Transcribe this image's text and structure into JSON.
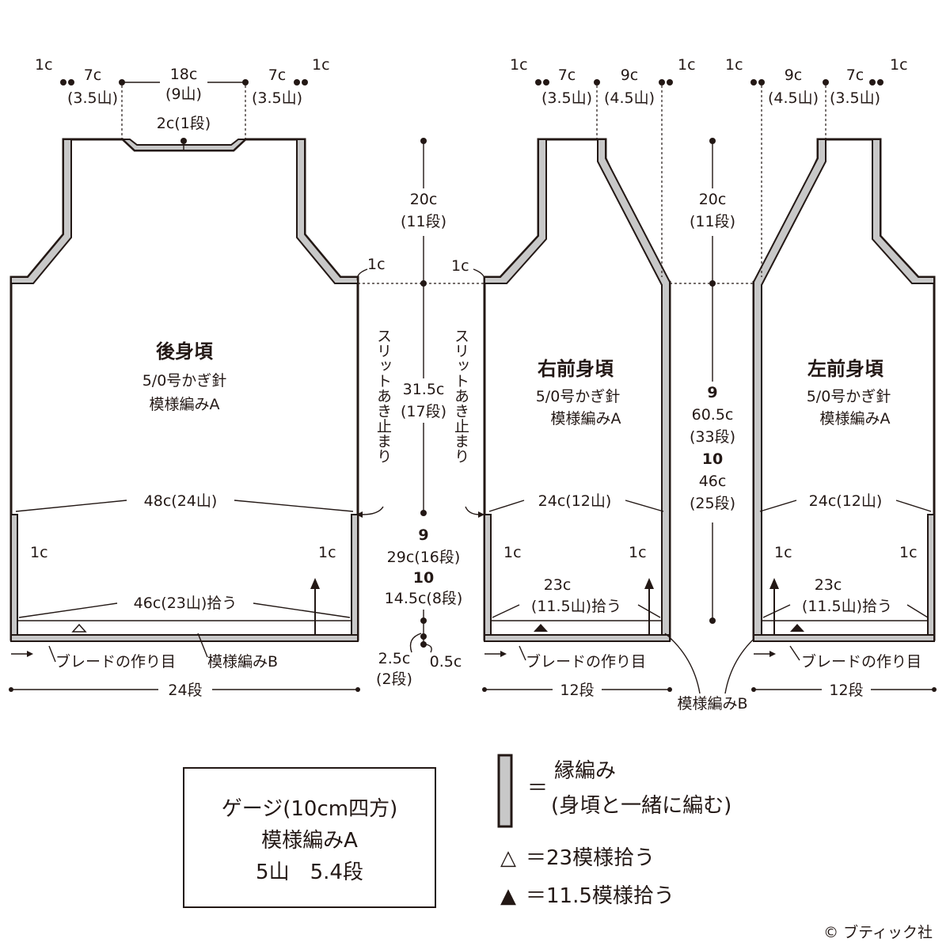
{
  "back": {
    "title": "後身頃",
    "hook": "5/0号かぎ針",
    "pattern": "模様編みA",
    "shoulder_left": "1c",
    "shoulder_left_w": "7c",
    "shoulder_left_rows": "(3.5山)",
    "neck_w": "18c",
    "neck_rows": "(9山)",
    "shoulder_right_w": "7c",
    "shoulder_right_rows": "(3.5山)",
    "shoulder_right": "1c",
    "neck_depth": "2c(1段)",
    "armhole_mark": "1c",
    "width": "48c(24山)",
    "side_left": "1c",
    "side_right": "1c",
    "pickup": "46c(23山)拾う",
    "braid": "ブレードの作り目",
    "pattern_b": "模様編みB",
    "rows": "24段"
  },
  "right_front": {
    "title": "右前身頃",
    "hook": "5/0号かぎ針",
    "pattern": "模様編みA",
    "shoulder_edge": "1c",
    "shoulder_w": "7c",
    "shoulder_rows": "(3.5山)",
    "neck_w": "9c",
    "neck_rows": "(4.5山)",
    "neck_edge": "1c",
    "armhole_mark": "1c",
    "width": "24c(12山)",
    "side_left": "1c",
    "side_right": "1c",
    "pickup_w": "23c",
    "pickup": "(11.5山)拾う",
    "braid": "ブレードの作り目",
    "rows": "12段"
  },
  "left_front": {
    "title": "左前身頃",
    "hook": "5/0号かぎ針",
    "pattern": "模様編みA",
    "neck_edge": "1c",
    "neck_w": "9c",
    "neck_rows": "(4.5山)",
    "shoulder_w": "7c",
    "shoulder_rows": "(3.5山)",
    "shoulder_edge": "1c",
    "width": "24c(12山)",
    "side_left": "1c",
    "side_right": "1c",
    "pickup_w": "23c",
    "pickup": "(11.5山)拾う",
    "braid": "ブレードの作り目",
    "rows": "12段"
  },
  "center_dims": {
    "armhole_h": "20c",
    "armhole_rows": "(11段)",
    "body_h": "31.5c",
    "body_rows": "(17段)",
    "slit_left": "スリットあき止まり",
    "slit_right": "スリットあき止まり",
    "size9": "9",
    "h9": "29c(16段)",
    "size10": "10",
    "h10": "14.5c(8段)",
    "bottom_h": "2.5c",
    "bottom_rows": "(2段)",
    "bottom_edge": "0.5c"
  },
  "front_dims": {
    "armhole_h": "20c",
    "armhole_rows": "(11段)",
    "size9": "9",
    "h9": "60.5c",
    "rows9": "(33段)",
    "size10": "10",
    "h10": "46c",
    "rows10": "(25段)",
    "pattern_b": "模様編みB"
  },
  "gauge": {
    "line1": "ゲージ(10cm四方)",
    "line2": "模様編みA",
    "line3": "5山　5.4段"
  },
  "legend": {
    "band_eq": "＝",
    "band_label1": "縁編み",
    "band_label2": "(身頃と一緒に編む)",
    "hollow_tri": "△",
    "hollow_label": "＝23模様拾う",
    "solid_tri": "▲",
    "solid_label": "＝11.5模様拾う"
  },
  "copyright": "© ブティック社",
  "colors": {
    "ink": "#231815",
    "band": "#c8c8c8"
  }
}
